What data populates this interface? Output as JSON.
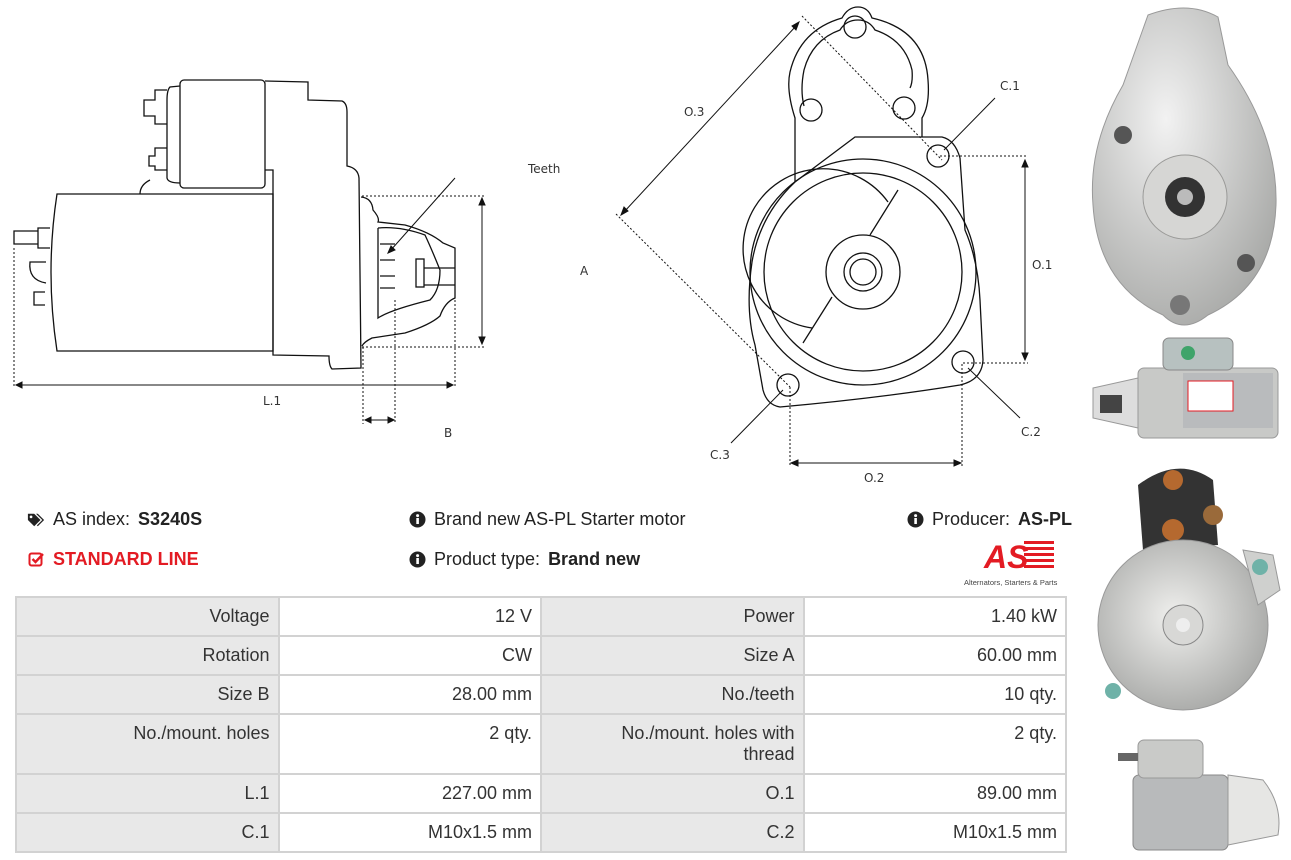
{
  "drawing_side": {
    "teeth": "Teeth",
    "dim_a": "A",
    "dim_b": "B",
    "dim_l1": "L.1"
  },
  "drawing_front": {
    "o1": "O.1",
    "o2": "O.2",
    "o3": "O.3",
    "c1": "C.1",
    "c2": "C.2",
    "c3": "C.3"
  },
  "info": {
    "index_label": "AS index:",
    "index_value": "S3240S",
    "line": "STANDARD LINE",
    "description": "Brand new AS-PL Starter motor",
    "product_type_label": "Product type:",
    "product_type_value": "Brand new",
    "producer_label": "Producer:",
    "producer_value": "AS-PL"
  },
  "logo": {
    "text": "AS",
    "tagline": "Alternators, Starters & Parts",
    "color": "#e31b23"
  },
  "specs": [
    [
      {
        "label": "Voltage",
        "value": "12 V"
      },
      {
        "label": "Power",
        "value": "1.40 kW"
      }
    ],
    [
      {
        "label": "Rotation",
        "value": "CW"
      },
      {
        "label": "Size A",
        "value": "60.00 mm"
      }
    ],
    [
      {
        "label": "Size B",
        "value": "28.00 mm"
      },
      {
        "label": "No./teeth",
        "value": "10 qty."
      }
    ],
    [
      {
        "label": "No./mount. holes",
        "value": "2 qty."
      },
      {
        "label": "No./mount. holes with thread",
        "value": "2 qty."
      }
    ],
    [
      {
        "label": "L.1",
        "value": "227.00 mm"
      },
      {
        "label": "O.1",
        "value": "89.00 mm"
      }
    ],
    [
      {
        "label": "C.1",
        "value": "M10x1.5 mm"
      },
      {
        "label": "C.2",
        "value": "M10x1.5 mm"
      }
    ]
  ]
}
